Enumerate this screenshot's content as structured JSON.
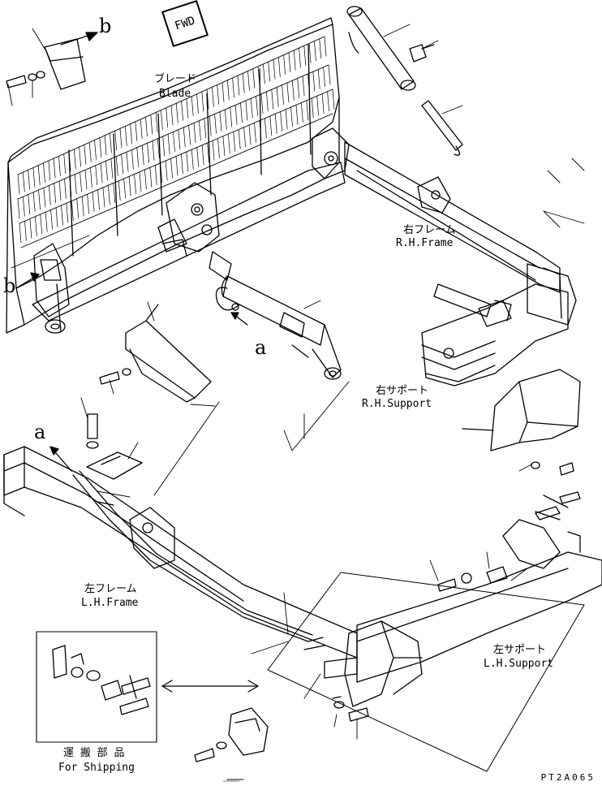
{
  "direction_tag": "FWD",
  "labels": {
    "blade_jp": "ブレード",
    "blade_en": "Blade",
    "rh_frame_jp": "右フレーム",
    "rh_frame_en": "R.H.Frame",
    "rh_support_jp": "右サポート",
    "rh_support_en": "R.H.Support",
    "lh_frame_jp": "左フレーム",
    "lh_frame_en": "L.H.Frame",
    "lh_support_jp": "左サポート",
    "lh_support_en": "L.H.Support",
    "shipping_jp": "運 搬 部 品",
    "shipping_en": "For Shipping"
  },
  "references": {
    "b_top": "b",
    "b_left": "b",
    "a_cylinder": "a",
    "a_frame": "a"
  },
  "drawing_code": "PT2A065"
}
